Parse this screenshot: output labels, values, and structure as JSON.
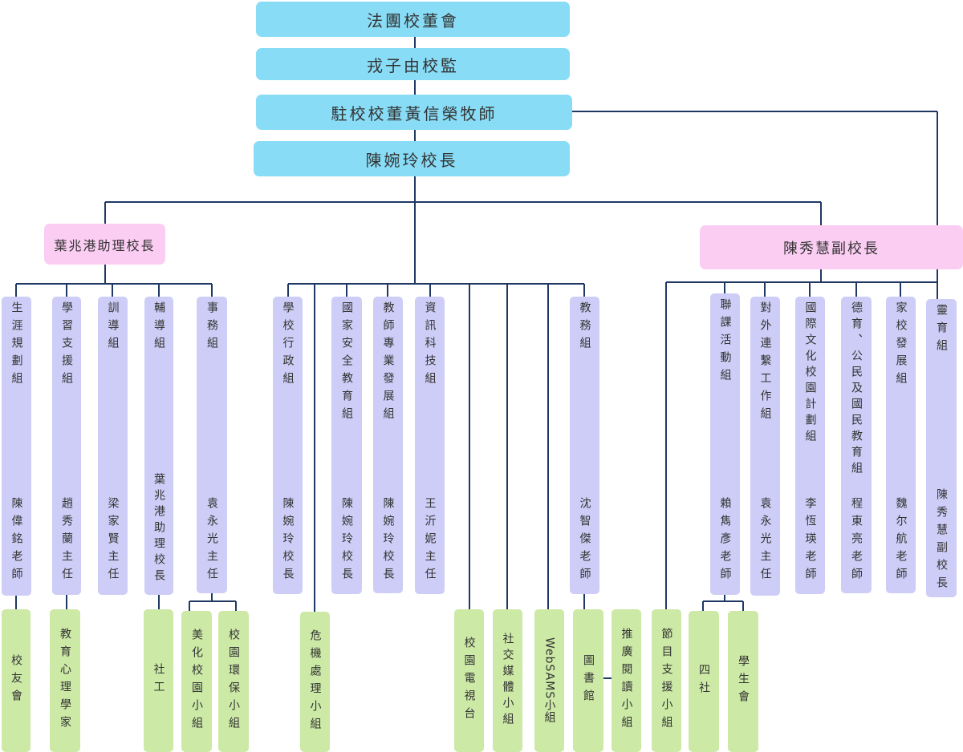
{
  "top": [
    {
      "id": "board",
      "label": "法團校董會"
    },
    {
      "id": "supervisor",
      "label": "戎子由校監"
    },
    {
      "id": "resident-manager",
      "label": "駐校校董黃信榮牧師"
    },
    {
      "id": "principal",
      "label": "陳婉玲校長"
    }
  ],
  "vice_principals": [
    {
      "id": "assistant-principal",
      "label": "葉兆港助理校長"
    },
    {
      "id": "deputy-principal",
      "label": "陳秀慧副校長"
    }
  ],
  "departments": [
    {
      "name": "生涯規劃組",
      "owner": "陳偉銘老師"
    },
    {
      "name": "學習支援組",
      "owner": "趙秀蘭主任"
    },
    {
      "name": "訓導組",
      "owner": "梁家賢主任"
    },
    {
      "name": "輔導組",
      "owner": "葉兆港助理校長"
    },
    {
      "name": "事務組",
      "owner": "袁永光主任"
    },
    {
      "name": "學校行政組",
      "owner": "陳婉玲校長"
    },
    {
      "name": "國家安全教育組",
      "owner": "陳婉玲校長"
    },
    {
      "name": "教師專業發展組",
      "owner": "陳婉玲校長"
    },
    {
      "name": "資訊科技組",
      "owner": "王沂妮主任"
    },
    {
      "name": "教務組",
      "owner": "沈智傑老師"
    },
    {
      "name": "聯課活動組",
      "owner": "賴雋彥老師"
    },
    {
      "name": "對外連繫工作組",
      "owner": "袁永光主任"
    },
    {
      "name": "國際文化校園計劃組",
      "owner": "李恆瑛老師"
    },
    {
      "name": "德育、公民及國民教育組",
      "owner": "程東亮老師"
    },
    {
      "name": "家校發展組",
      "owner": "魏尔航老師"
    },
    {
      "name": "靈育組",
      "owner": "陳秀慧副校長"
    }
  ],
  "groups": [
    "校友會",
    "教育心理學家",
    "社工",
    "美化校園小組",
    "校園環保小組",
    "危機處理小組",
    "校園電視台",
    "社交媒體小組",
    "WebSAMS小組",
    "圖書館",
    "推廣閱讀小組",
    "節目支援小組",
    "四社",
    "學生會"
  ]
}
